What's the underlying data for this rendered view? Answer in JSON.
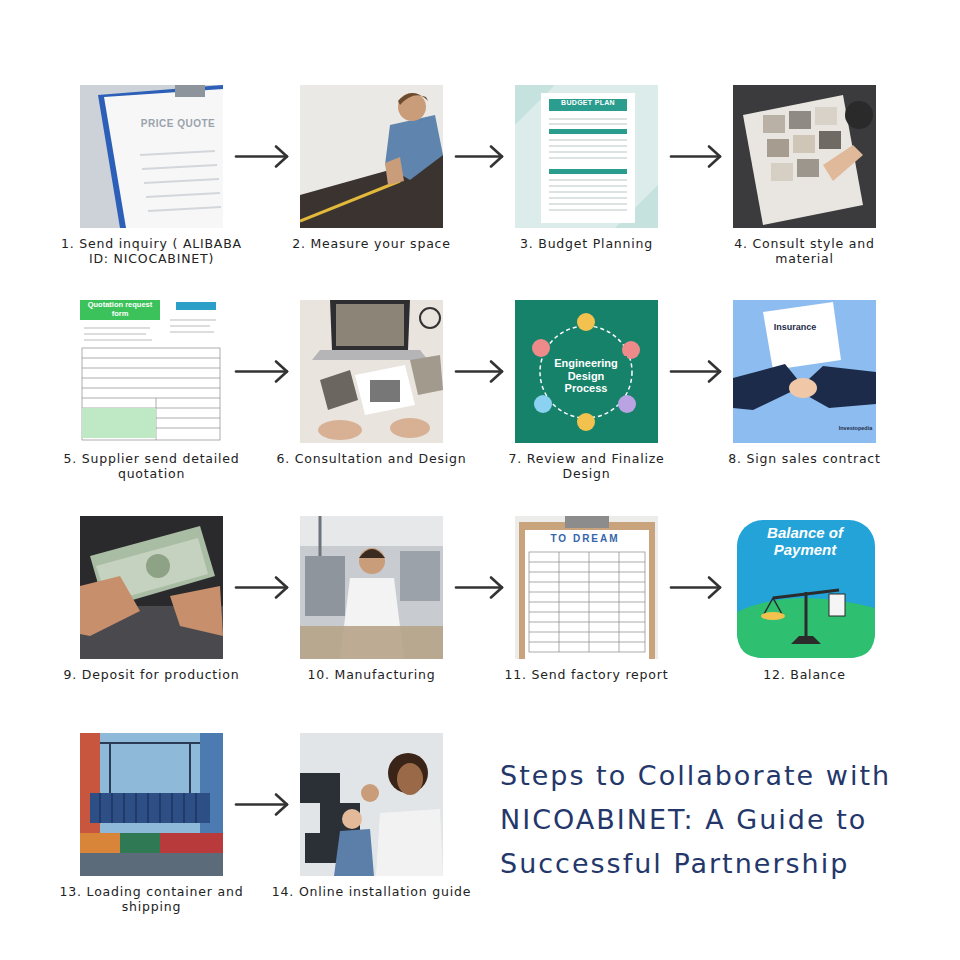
{
  "diagram": {
    "title": "Steps to Collaborate with NICOABINET: A Guide to Successful Partnership",
    "nodes": [
      {
        "text": [
          "1. Send inquiry ( ALIBABA ID: NICOCABINET)"
        ]
      },
      {
        "text": [
          "2. Measure your space"
        ]
      },
      {
        "text": [
          "3. Budget Planning"
        ]
      },
      {
        "text": [
          "4. Consult style and material"
        ]
      },
      {
        "text": [
          "5. Supplier send detailed quotation"
        ]
      },
      {
        "text": [
          "6. Consultation and Design"
        ]
      },
      {
        "text": [
          "7. Review and Finalize Design"
        ]
      },
      {
        "text": [
          "8. Sign sales contract"
        ]
      },
      {
        "text": [
          "9. Deposit for production"
        ]
      },
      {
        "text": [
          "10. Manufacturing"
        ]
      },
      {
        "text": [
          "11. Send factory report"
        ]
      },
      {
        "text": [
          "12. Balance"
        ]
      },
      {
        "text": [
          "13. Loading container and shipping"
        ]
      },
      {
        "text": [
          "14. Online installation guide"
        ]
      }
    ],
    "edges": [
      {
        "from": 0,
        "to": 1,
        "arrow": "to"
      },
      {
        "from": 1,
        "to": 2,
        "arrow": "to"
      },
      {
        "from": 2,
        "to": 3,
        "arrow": "to"
      },
      {
        "from": 4,
        "to": 5,
        "arrow": "to"
      },
      {
        "from": 5,
        "to": 6,
        "arrow": "to"
      },
      {
        "from": 6,
        "to": 7,
        "arrow": "to"
      },
      {
        "from": 8,
        "to": 9,
        "arrow": "to"
      },
      {
        "from": 9,
        "to": 10,
        "arrow": "to"
      },
      {
        "from": 10,
        "to": 11,
        "arrow": "to"
      },
      {
        "from": 12,
        "to": 13,
        "arrow": "to"
      }
    ],
    "labels": [
      "PRICE QUOTE",
      "BUDGET PLAN",
      "Quotation request form",
      "Engineering Design Process",
      "Insurance",
      "Investopedia",
      "TO DREAM",
      "Balance of Payment"
    ]
  }
}
